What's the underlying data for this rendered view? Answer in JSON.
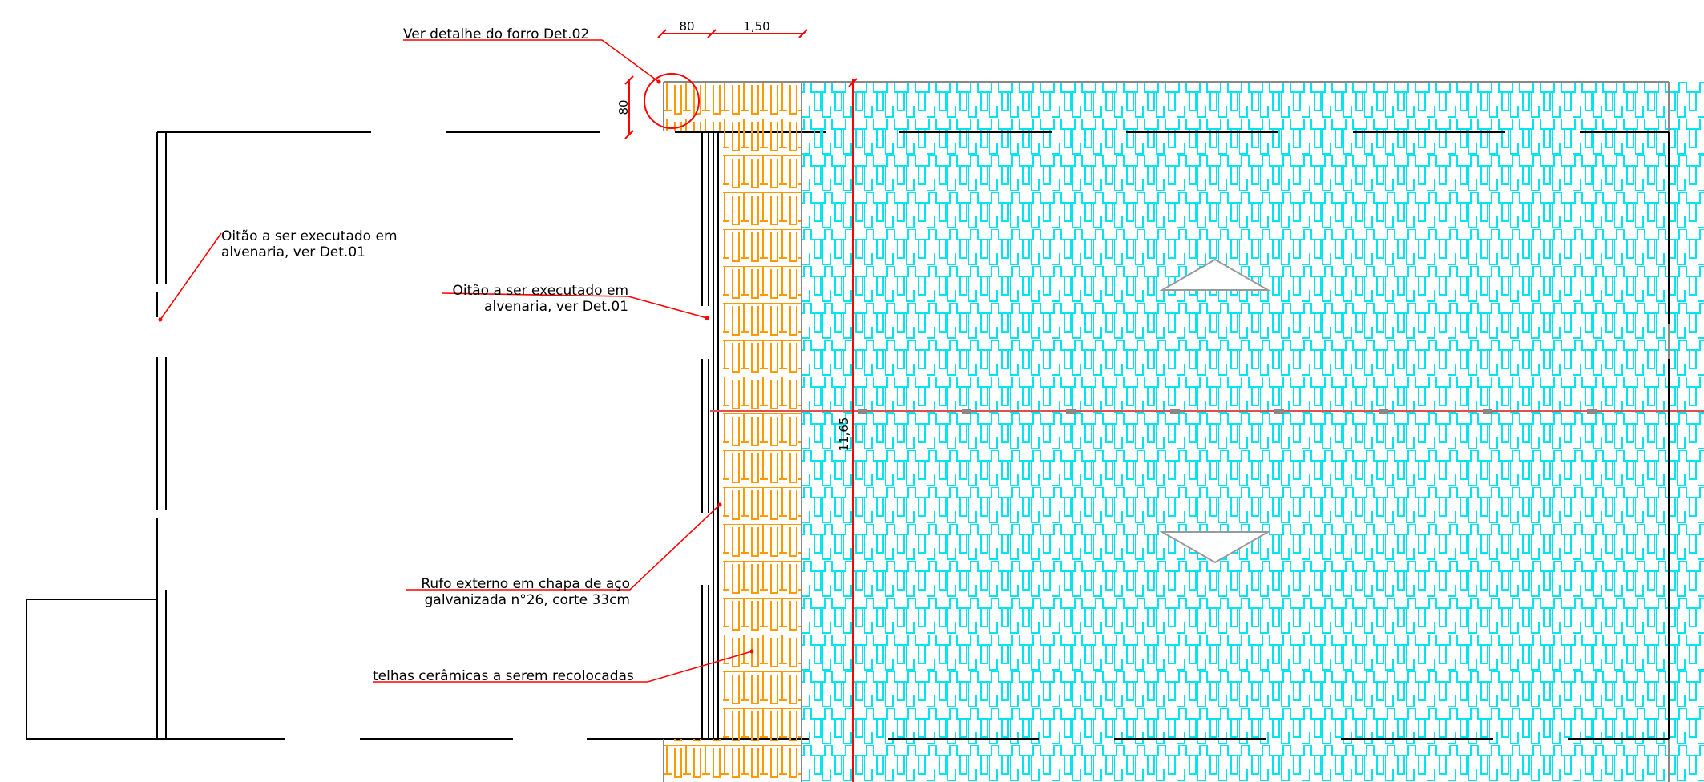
{
  "colors": {
    "background": "#ffffff",
    "linework": "#000000",
    "leader": "#ff0000",
    "roof_tile": "#00e5ef",
    "tile_section": "#ff9900",
    "outline_grey": "#888888"
  },
  "annotations": {
    "ceiling_detail": "Ver detalhe do forro Det.02",
    "gable_left_line1": "Oitão a ser executado em",
    "gable_left_line2": "alvenaria, ver Det.01",
    "gable_center_line1": "Oitão a ser executado em",
    "gable_center_line2": "alvenaria, ver Det.01",
    "flashing_line1": "Rufo externo em chapa de aço",
    "flashing_line2": "galvanizada n°26, corte 33cm",
    "tiles": "telhas cerâmicas a serem recolocadas"
  },
  "dimensions": {
    "top_a": "80",
    "top_b": "1,50",
    "side_a": "80",
    "vertical": "11,65"
  },
  "icons": {
    "slope_up": "triangle-up-icon",
    "slope_down": "triangle-down-icon",
    "detail_marker": "detail-circle-icon"
  }
}
